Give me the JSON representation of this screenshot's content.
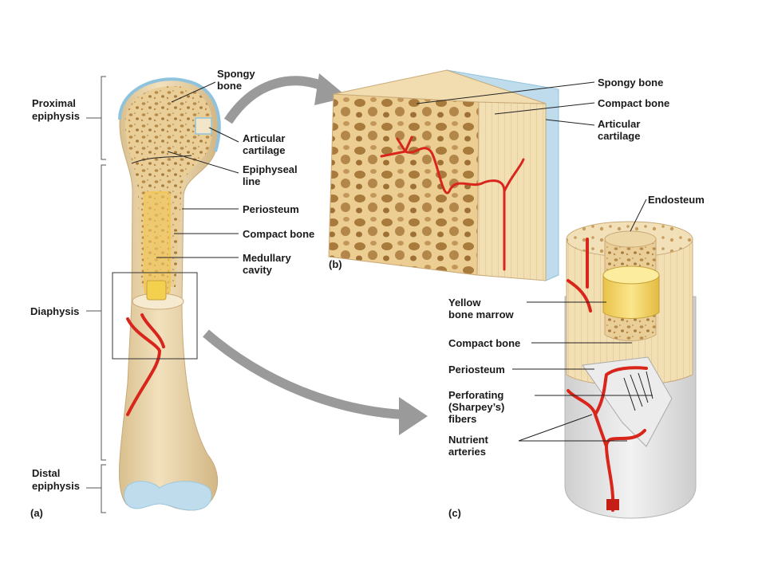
{
  "panel_a": {
    "panel_label": "(a)",
    "brackets": [
      {
        "lines": [
          "Proximal",
          "epiphysis"
        ]
      },
      {
        "lines": [
          "Diaphysis"
        ]
      },
      {
        "lines": [
          "Distal",
          "epiphysis"
        ]
      }
    ],
    "labels": [
      {
        "lines": [
          "Spongy",
          "bone"
        ]
      },
      {
        "lines": [
          "Articular",
          "cartilage"
        ]
      },
      {
        "lines": [
          "Epiphyseal",
          "line"
        ]
      },
      {
        "lines": [
          "Periosteum"
        ]
      },
      {
        "lines": [
          "Compact bone"
        ]
      },
      {
        "lines": [
          "Medullary",
          "cavity"
        ]
      }
    ]
  },
  "panel_b": {
    "panel_label": "(b)",
    "labels": [
      {
        "lines": [
          "Spongy bone"
        ]
      },
      {
        "lines": [
          "Compact bone"
        ]
      },
      {
        "lines": [
          "Articular",
          "cartilage"
        ]
      }
    ]
  },
  "panel_c": {
    "panel_label": "(c)",
    "labels": [
      {
        "lines": [
          "Endosteum"
        ]
      },
      {
        "lines": [
          "Yellow",
          "bone marrow"
        ]
      },
      {
        "lines": [
          "Compact bone"
        ]
      },
      {
        "lines": [
          "Periosteum"
        ]
      },
      {
        "lines": [
          "Perforating",
          "(Sharpey’s)",
          "fibers"
        ]
      },
      {
        "lines": [
          "Nutrient",
          "arteries"
        ]
      }
    ]
  },
  "colors": {
    "bone": "#f0dcb0",
    "spongy": "#e7c88c",
    "marrow": "#f3d46a",
    "cartilage": "#bfdcec",
    "artery": "#d9261c",
    "periosteum": "#e4e4e4",
    "arrow": "#9a9a9a"
  }
}
